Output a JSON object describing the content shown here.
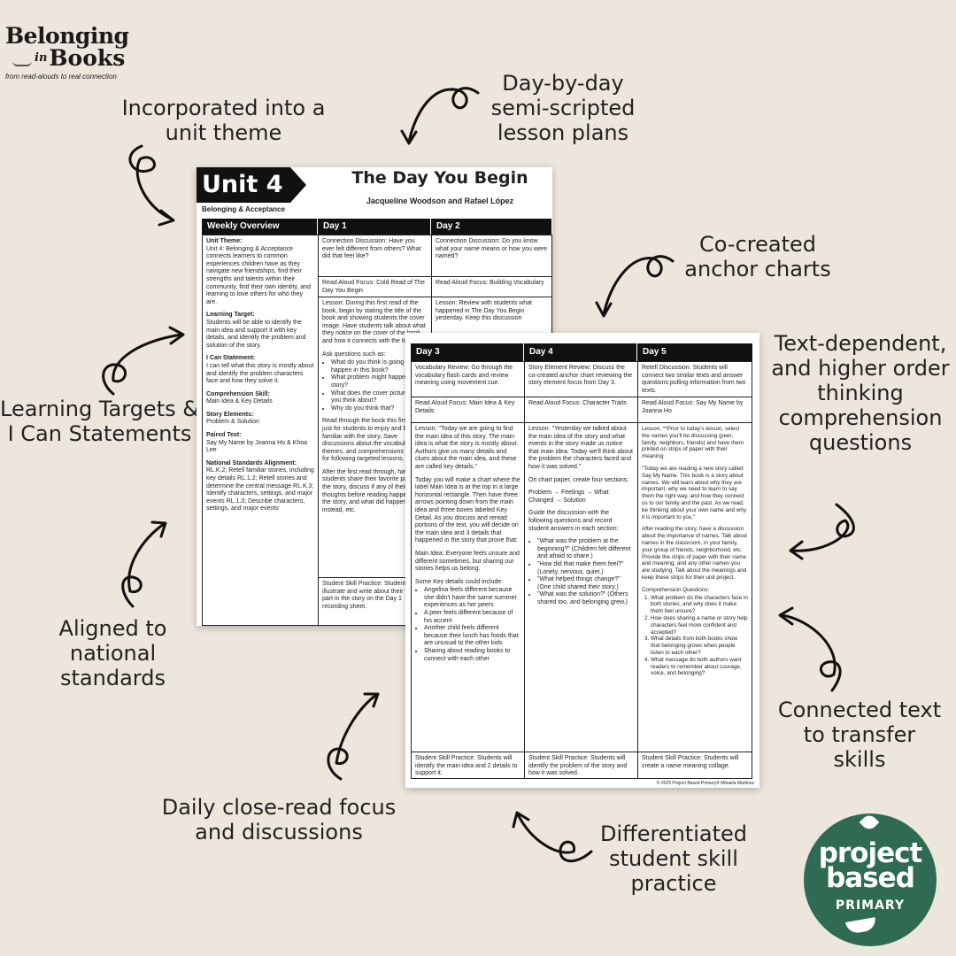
{
  "brand_top": {
    "line1": "Belonging",
    "line2_small": "in",
    "line2": "Books",
    "tagline": "from read-alouds to real connection"
  },
  "callouts": {
    "unit_theme": "Incorporated into a unit theme",
    "lesson_plans": "Day-by-day semi-scripted lesson plans",
    "anchor_charts": "Co-created anchor charts",
    "text_dependent": "Text-dependent, and higher order thinking comprehension questions",
    "learning_targets": "Learning Targets & I Can Statements",
    "national_standards": "Aligned to national standards",
    "connected_text": "Connected text to transfer skills",
    "close_read": "Daily close-read focus and discussions",
    "differentiated": "Differentiated student skill practice"
  },
  "page1": {
    "unit_label": "Unit 4",
    "book_title": "The Day You Begin",
    "authors": "Jacqueline Woodson and Rafael López",
    "theme_label": "Belonging & Acceptance",
    "col_headers": [
      "Weekly Overview",
      "Day 1",
      "Day 2"
    ],
    "overview": [
      {
        "h": "Unit Theme:",
        "t": "Unit 4: Belonging & Acceptance connects learners to common experiences children have as they navigate new friendships, find their strengths and talents within their community, find their own identity, and learning to love others for who they are."
      },
      {
        "h": "Learning Target:",
        "t": "Students will be able to identify the main idea and support it with key details, and identify the problem and solution of the story."
      },
      {
        "h": "I Can Statement:",
        "t": "I can tell what this story is mostly about and identify the problem characters face and how they solve it."
      },
      {
        "h": "Comprehension Skill:",
        "t": "Main Idea & Key Details"
      },
      {
        "h": "Story Elements:",
        "t": "Problem & Solution"
      },
      {
        "h": "Paired Text:",
        "t": "Say My Name by Joanna Ho & Khoa Lee"
      },
      {
        "h": "National Standards Alignment:",
        "t": "RL.K.2; Retell familiar stories, including key details RL.1.2; Retell stories and determine the central message RL.K.3; Identify characters, settings, and major events RL.1.3; Describe characters, settings, and major events"
      }
    ],
    "day1": {
      "connection": "Connection Discussion: Have you ever felt different from others? What did that feel like?",
      "focus": "Read Aloud Focus: Cold Read of The Day You Begin",
      "lesson": "Lesson: During this first read of the book, begin by stating the title of the book and showing students the cover image. Have students talk about what they notice on the cover of the book and how it connects with the title.",
      "ask": "Ask questions such as:",
      "questions": [
        "What do you think is going to happen in this book?",
        "What problem might happen in the story?",
        "What does the cover picture make you think about?",
        "Why do you think that?"
      ],
      "after": "Read through the book this first time just for students to enjoy and become familiar with the story. Save discussions about the vocabulary, themes, and comprehensions skills for following targeted lessons.",
      "after2": "After the first read through, have students share their favorite parts of the story, discuss if any of their thoughts before reading happened in the story, and what did happen instead, etc.",
      "skill": "Student Skill Practice: Students will illustrate and write about their favorite part in the story on the Day 1 recording sheet."
    },
    "day2": {
      "connection": "Connection Discussion: Do you know what your name means or how you were named?",
      "focus": "Read Aloud Focus: Building Vocabulary",
      "lesson": "Lesson: Review with students what happened in The Day You Begin yesterday. Keep this discussion"
    }
  },
  "page2": {
    "col_headers": [
      "Day 3",
      "Day 4",
      "Day 5"
    ],
    "day3": {
      "review": "Vocabulary Review: Go through the vocabulary flash cards and review meaning using movement cue.",
      "focus": "Read Aloud Focus: Main Idea & Key Details",
      "lesson_p1": "Lesson: \"Today we are going to find the main idea of this story. The main idea is what the story is mostly about. Authors give us many details and clues about the main idea, and these are called key details.\"",
      "lesson_p2": "Today you will make a chart where the label Main Idea is at the top in a large horizontal rectangle. Then have three arrows pointing down from the main idea and three boxes labeled Key Detail. As you discuss and reread portions of the text, you will decide on the main idea and 3 details that happened in the story that prove that:",
      "main_idea": "Main Idea: Everyone feels unsure and different sometimes, but sharing our stories helps us belong.",
      "key_intro": "Some Key details could include:",
      "key_details": [
        "Angelina feels different because she didn't have the same summer experiences as her peers",
        "A peer feels different because of his accent",
        "Another child feels different because their lunch has foods that are unusual to the other kids",
        "Sharing about reading books to connect with each other"
      ],
      "skill": "Student Skill Practice: Students will identify the main idea and 2 details to support it."
    },
    "day4": {
      "review": "Story Element Review: Discuss the co-created anchor chart reviewing the story element focus from Day 3.",
      "focus": "Read Aloud Focus: Character Traits",
      "lesson_p1": "Lesson: \"Yesterday we talked about the main idea of the story and what events in the story made us notice that main idea. Today we'll think about the problem the characters faced and how it was solved.\"",
      "lesson_p2": "On chart paper, create four sections:",
      "lesson_p3": "Problem → Feelings → What Changed → Solution",
      "lesson_p4": "Guide the discussion with the following questions and record student answers in each section:",
      "questions": [
        "\"What was the problem at the beginning?\" (Children felt different and afraid to share.)",
        "\"How did that make them feel?\" (Lonely, nervous, quiet.)",
        "\"What helped things change?\" (One child shared their story.)",
        "\"What was the solution?\" (Others shared too, and belonging grew.)"
      ],
      "skill": "Student Skill Practice: Students will identify the problem of the story and how it was solved."
    },
    "day5": {
      "review": "Retell Discussion: Students will connect two similar texts and answer questions pulling information from two texts.",
      "focus": "Read Aloud Focus: Say My Name by Joanna Ho",
      "lesson_p1": "Lesson: **Prior to today's lesson, select the names you'll be discussing (peer, family, neighbors, friends) and have them printed on strips of paper with their meaning.",
      "lesson_p2": "\"Today we are reading a new story called Say My Name. This book is a story about names. We will learn about why they are important, why we need to learn to say them the right way, and how they connect us to our family and the past. As we read, be thinking about your own name and why it is important to you.\"",
      "lesson_p3": "After reading the story, have a discussion about the importance of names. Talk about names in the classroom, in your family, your group of friends, neighborhood, etc. Provide the strips of paper with their name and meaning, and any other names you are studying. Talk about the meanings and keep these strips for their unit project.",
      "cq_label": "Comprehension Questions:",
      "questions": [
        "What problem do the characters face in both stories, and why does it make them feel unsure?",
        "How does sharing a name or story help characters feel more confident and accepted?",
        "What details from both books show that belonging grows when people listen to each other?",
        "What message do both authors want readers to remember about courage, voice, and belonging?"
      ],
      "skill": "Student Skill Practice: Students will create a name meaning collage."
    },
    "footer": "© 2025 Project Based Primary® Mikaela Martinez"
  },
  "brand_bottom": {
    "line1": "project",
    "line2": "based",
    "line3": "PRIMARY"
  },
  "colors": {
    "background": "#ece6dc",
    "brand_green": "#2e6b52",
    "header_black": "#111111"
  }
}
